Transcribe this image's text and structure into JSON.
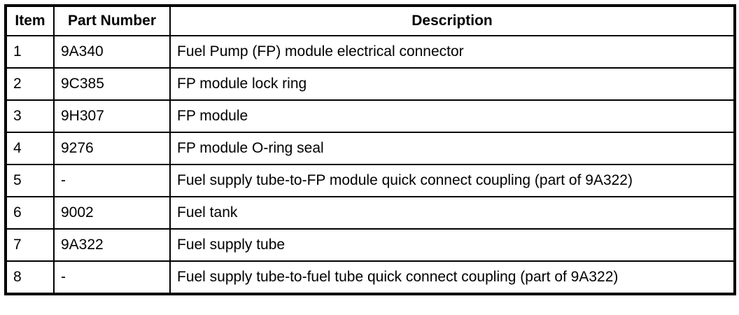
{
  "colors": {
    "border": "#000000",
    "background": "#ffffff",
    "text": "#000000"
  },
  "table": {
    "columns": [
      "Item",
      "Part Number",
      "Description"
    ],
    "rows": [
      {
        "item": "1",
        "part_number": "9A340",
        "description": "Fuel Pump (FP) module electrical connector"
      },
      {
        "item": "2",
        "part_number": "9C385",
        "description": "FP module lock ring"
      },
      {
        "item": "3",
        "part_number": "9H307",
        "description": "FP module"
      },
      {
        "item": "4",
        "part_number": "9276",
        "description": "FP module O-ring seal"
      },
      {
        "item": "5",
        "part_number": "-",
        "description": "Fuel supply tube-to-FP module quick connect coupling (part of 9A322)"
      },
      {
        "item": "6",
        "part_number": "9002",
        "description": "Fuel tank"
      },
      {
        "item": "7",
        "part_number": "9A322",
        "description": "Fuel supply tube"
      },
      {
        "item": "8",
        "part_number": "-",
        "description": "Fuel supply tube-to-fuel tube quick connect coupling (part of 9A322)"
      }
    ]
  }
}
